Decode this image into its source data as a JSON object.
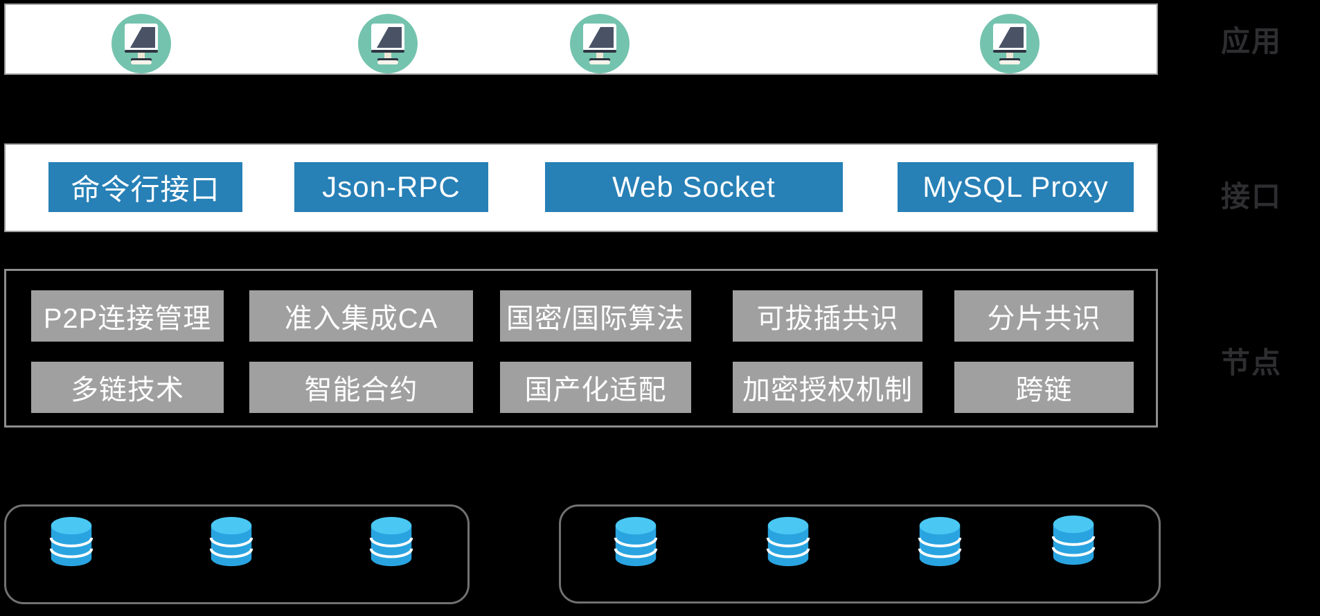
{
  "diagram_title": "blockchain-platform-architecture",
  "layers": {
    "application": {
      "label": "应用",
      "client_count": 4
    },
    "interface": {
      "label": "接口",
      "buttons": [
        "命令行接口",
        "Json-RPC",
        "Web Socket",
        "MySQL Proxy"
      ]
    },
    "node": {
      "label": "节点",
      "features_row1": [
        "P2P连接管理",
        "准入集成CA",
        "国密/国际算法",
        "可拔插共识",
        "分片共识"
      ],
      "features_row2": [
        "多链技术",
        "智能合约",
        "国产化适配",
        "加密授权机制",
        "跨链"
      ]
    },
    "storage": {
      "groups": [
        {
          "database_count": 3
        },
        {
          "database_count": 4
        }
      ]
    }
  },
  "icons": {
    "client": "monitor-icon",
    "database": "database-cylinder-icon",
    "connector": "double-arrow-icon"
  },
  "colors": {
    "background": "#000000",
    "band-bg": "#ffffff",
    "band-border": "#9b9b9b",
    "box-border": "#8d8d8d",
    "storage-border": "#717171",
    "accent-blue": "#2780b6",
    "chip-gray": "#a0a0a0",
    "arrow-gray": "#7e7e7e",
    "teal": "#74c3ae",
    "screen-navy": "#4a5366",
    "db-blue": "#2aa4e0",
    "db-blue-light": "#4ac8f3",
    "label-dark": "#2e2e31"
  }
}
